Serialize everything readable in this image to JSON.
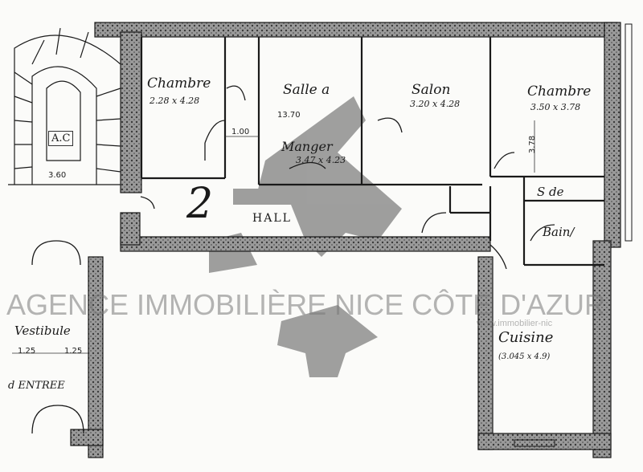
{
  "plan": {
    "rooms": {
      "chambre_left": {
        "name": "Chambre",
        "size": "2.28 x 4.28"
      },
      "salle_a_manger": {
        "name_top": "Salle a",
        "name_bottom": "Manger",
        "size": "3.47 x 4.23"
      },
      "salon": {
        "name": "Salon",
        "size": "3.20 x 4.28"
      },
      "chambre_right": {
        "name": "Chambre",
        "size": "3.50 x 3.78"
      },
      "hall": {
        "number": "2",
        "name": "HALL"
      },
      "salle_de_bain": {
        "name_top": "S de",
        "name_bottom": "Bain/"
      },
      "cuisine": {
        "name": "Cuisine",
        "size": "(3.045 x 4.9)"
      },
      "vestibule": {
        "name": "Vestibule"
      },
      "entree": {
        "name": "d ENTREE"
      },
      "wc": {
        "name": "A.C"
      }
    },
    "dimensions": {
      "stair_width": "3.60",
      "corridor_width": "1.00",
      "facade_length": "13.70",
      "chambre_height": "3.78",
      "vestibule_left": "1.25",
      "vestibule_right": "1.25"
    }
  },
  "watermark": {
    "agency": "AGENCE IMMOBILIÈRE NICE CÔTE D'AZUR",
    "site": "www.immobilier-nic"
  },
  "colors": {
    "ink": "#1a1a1a",
    "wall_fill": "#6b6b6b",
    "logo_grey": "#8c8c8c",
    "paper": "#fbfbf9"
  }
}
